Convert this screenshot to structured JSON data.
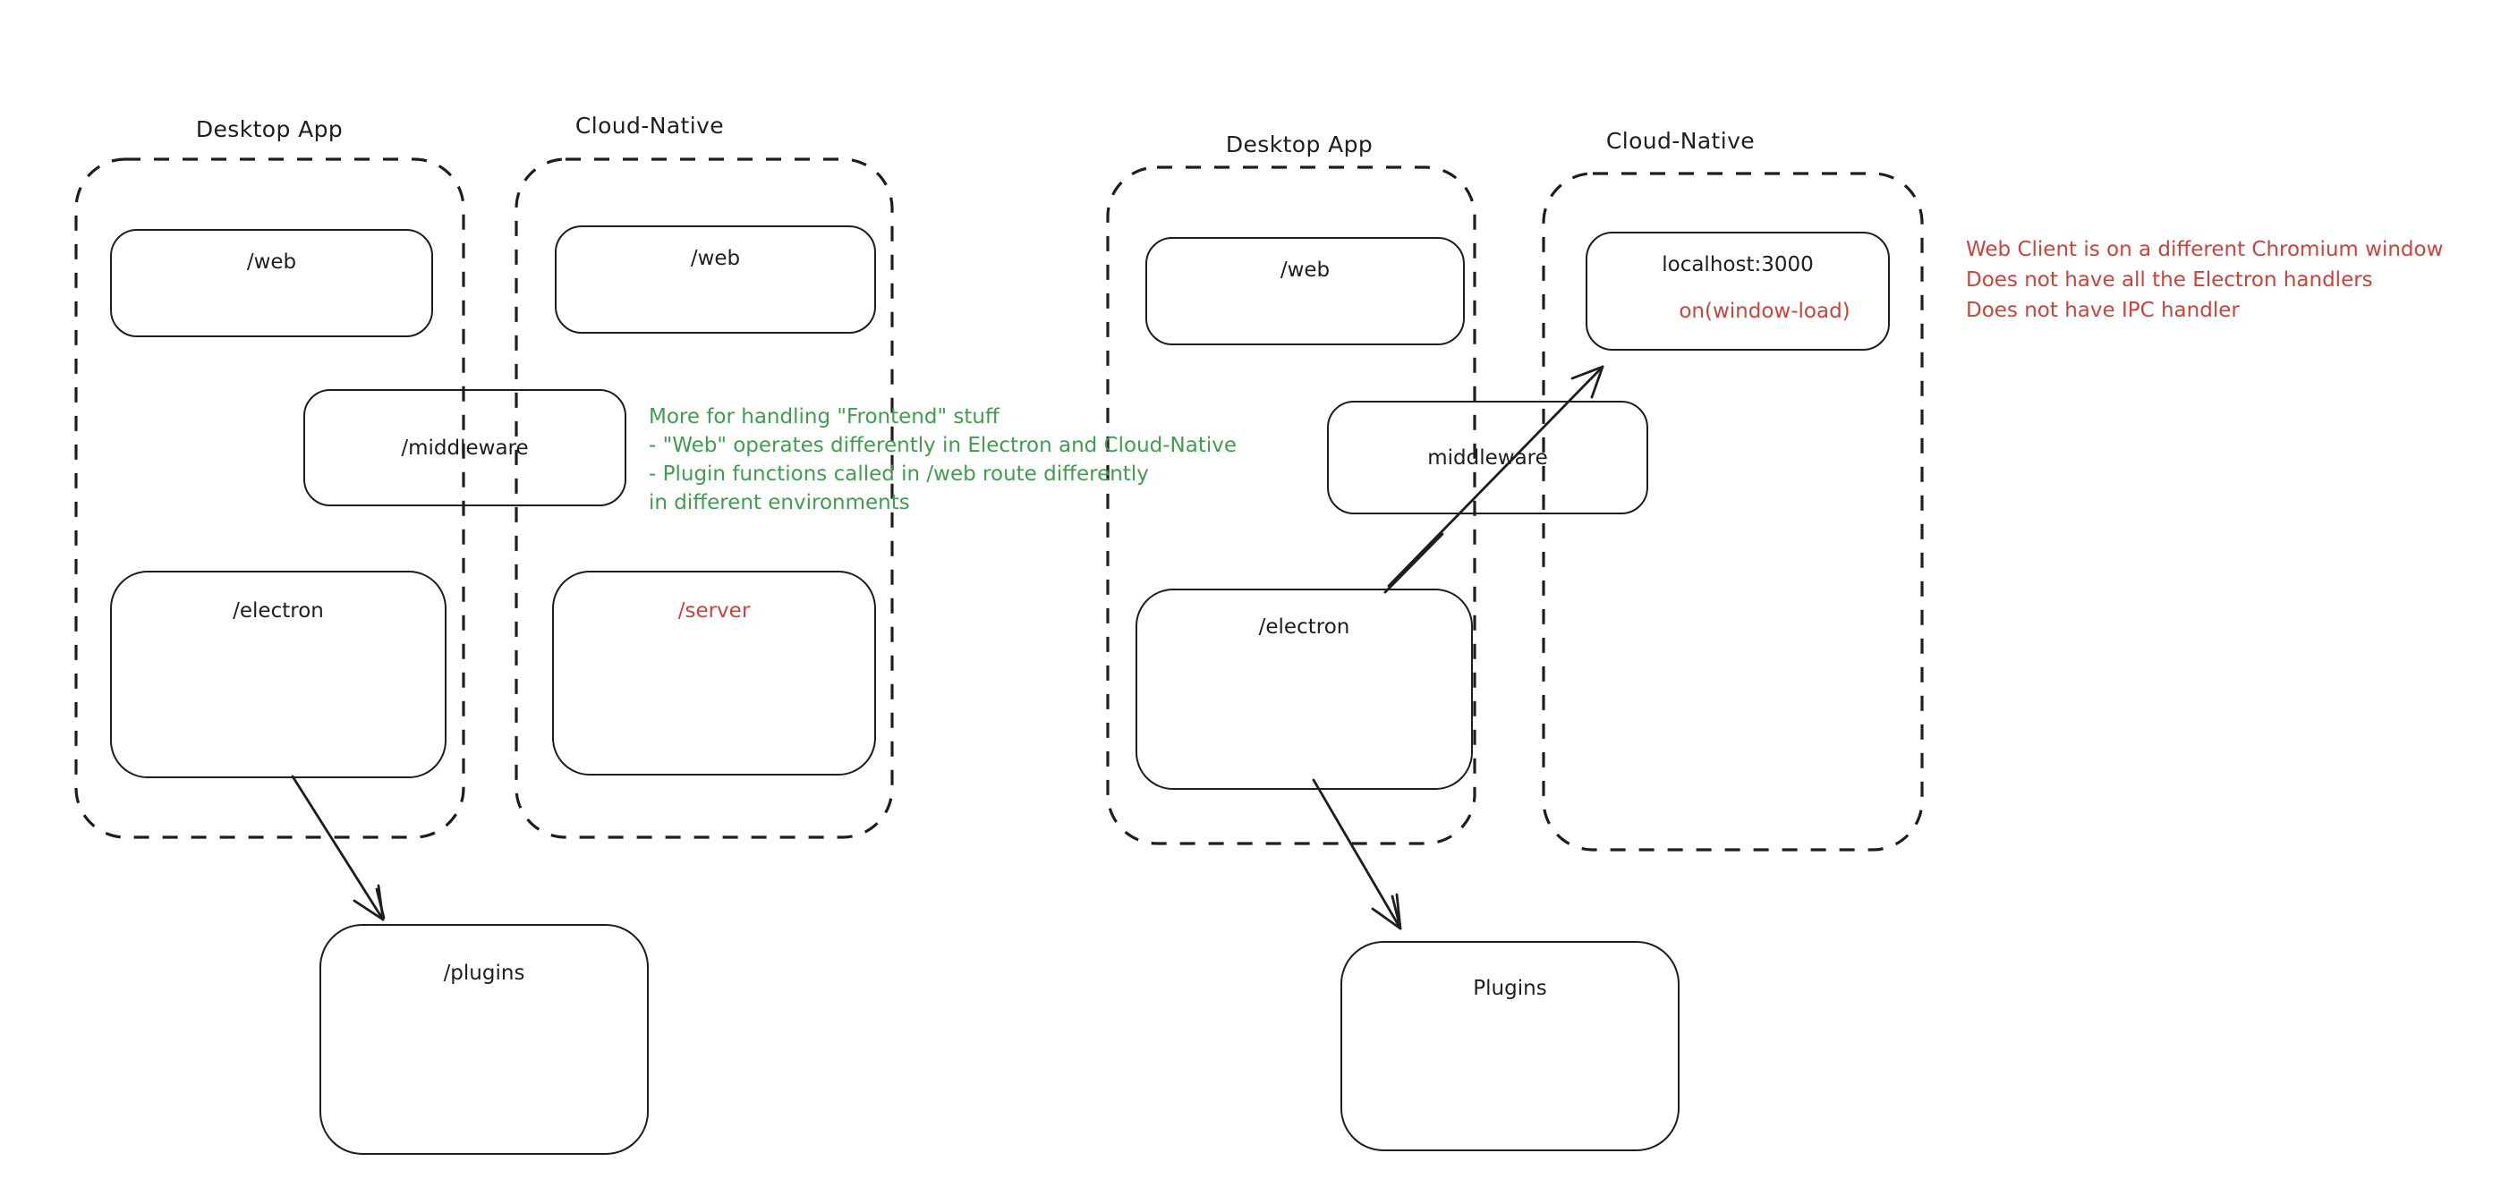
{
  "colors": {
    "ink": "#1e1e1e",
    "red": "#cb433a",
    "green": "#3f9e4e",
    "background": "#ffffff"
  },
  "left": {
    "desktop_label": "Desktop App",
    "cloud_label": "Cloud-Native",
    "web_desktop": "/web",
    "web_cloud": "/web",
    "middleware": "/middleware",
    "electron": "/electron",
    "server": "/server",
    "plugins": "/plugins",
    "note": {
      "color": "#3f9e4e",
      "lines": [
        "More for handling \"Frontend\" stuff",
        "- \"Web\" operates differently in Electron and Cloud-Native",
        "- Plugin functions called in /web route differently",
        "in different environments"
      ]
    }
  },
  "right": {
    "desktop_label": "Desktop App",
    "cloud_label": "Cloud-Native",
    "web": "/web",
    "localhost": "localhost:3000",
    "window_load": "on(window-load)",
    "middleware": "middleware",
    "electron": "/electron",
    "plugins": "Plugins",
    "note": {
      "color": "#cb433a",
      "lines": [
        "Web Client is on a different Chromium window",
        "Does not have all the Electron handlers",
        "Does not have IPC handler"
      ]
    }
  }
}
